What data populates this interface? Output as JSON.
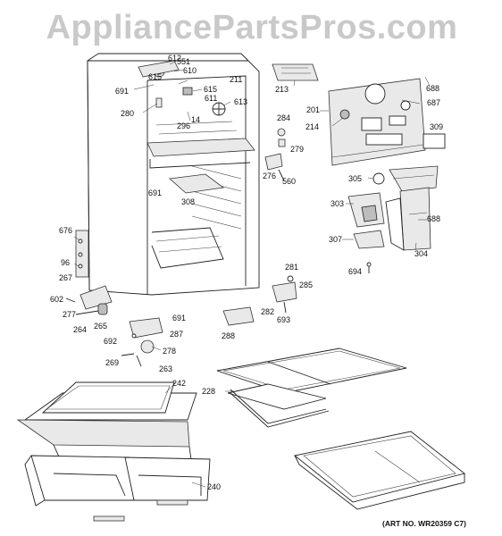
{
  "watermark": "AppliancePartsPros.com",
  "art_number": "(ART NO. WR20359 C7)",
  "callouts": {
    "c612": "612",
    "c551": "551",
    "c610": "610",
    "c615a": "615",
    "c615b": "615",
    "c691a": "691",
    "c611": "611",
    "c211": "211",
    "c213": "213",
    "c688a": "688",
    "c280": "280",
    "c14": "14",
    "c613": "613",
    "c296": "296",
    "c201": "201",
    "c687": "687",
    "c214": "214",
    "c284": "284",
    "c279": "279",
    "c309": "309",
    "c276": "276",
    "c560": "560",
    "c305": "305",
    "c691b": "691",
    "c308": "308",
    "c303": "303",
    "c688b": "688",
    "c676": "676",
    "c96": "96",
    "c267": "267",
    "c307": "307",
    "c304": "304",
    "c694": "694",
    "c281": "281",
    "c285": "285",
    "c602": "602",
    "c277": "277",
    "c264": "264",
    "c265": "265",
    "c691c": "691",
    "c287": "287",
    "c282": "282",
    "c693": "693",
    "c288": "288",
    "c692": "692",
    "c278": "278",
    "c269": "269",
    "c263": "263",
    "c242": "242",
    "c228": "228",
    "c240": "240"
  },
  "colors": {
    "line": "#222222",
    "watermark": "#c9c9c9",
    "background": "#ffffff"
  }
}
